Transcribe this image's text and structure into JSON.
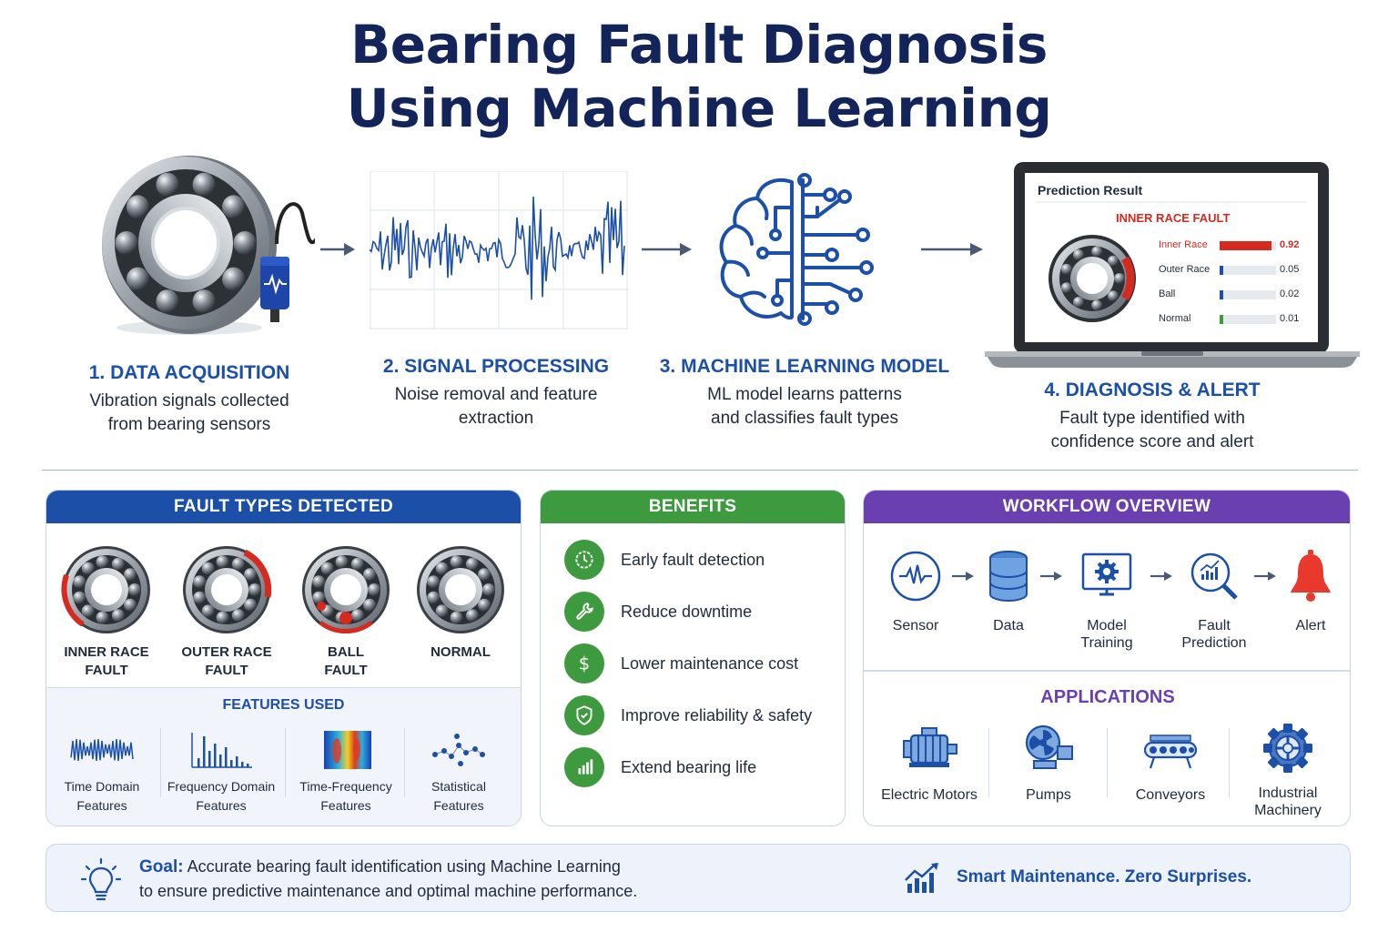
{
  "title_line1": "Bearing Fault Diagnosis",
  "title_line2": "Using Machine Learning",
  "steps": [
    {
      "heading": "1. DATA ACQUISITION",
      "desc_line1": "Vibration signals collected",
      "desc_line2": "from bearing sensors"
    },
    {
      "heading": "2. SIGNAL PROCESSING",
      "desc_line1": "Noise removal and feature",
      "desc_line2": "extraction"
    },
    {
      "heading": "3. MACHINE LEARNING MODEL",
      "desc_line1": "ML model learns patterns",
      "desc_line2": "and classifies fault types"
    },
    {
      "heading": "4. DIAGNOSIS & ALERT",
      "desc_line1": "Fault type identified with",
      "desc_line2": "confidence score and alert"
    }
  ],
  "prediction": {
    "title": "Prediction Result",
    "fault": "INNER RACE FAULT",
    "rows": [
      {
        "label": "Inner Race",
        "value": 0.92,
        "display": "0.92",
        "color": "#d42a20"
      },
      {
        "label": "Outer Race",
        "value": 0.05,
        "display": "0.05",
        "color": "#1b4fa8"
      },
      {
        "label": "Ball",
        "value": 0.02,
        "display": "0.02",
        "color": "#1b4fa8"
      },
      {
        "label": "Normal",
        "value": 0.01,
        "display": "0.01",
        "color": "#3d9a3f"
      }
    ]
  },
  "fault_types": {
    "heading": "FAULT TYPES DETECTED",
    "items": [
      {
        "line1": "INNER RACE",
        "line2": "FAULT"
      },
      {
        "line1": "OUTER RACE",
        "line2": "FAULT"
      },
      {
        "line1": "BALL",
        "line2": "FAULT"
      },
      {
        "line1": "NORMAL",
        "line2": ""
      }
    ]
  },
  "features": {
    "heading": "FEATURES USED",
    "items": [
      {
        "line1": "Time Domain",
        "line2": "Features"
      },
      {
        "line1": "Frequency Domain",
        "line2": "Features"
      },
      {
        "line1": "Time-Frequency",
        "line2": "Features"
      },
      {
        "line1": "Statistical",
        "line2": "Features"
      }
    ]
  },
  "benefits": {
    "heading": "BENEFITS",
    "items": [
      {
        "text": "Early fault detection",
        "icon": "clock-icon"
      },
      {
        "text": "Reduce downtime",
        "icon": "wrench-icon"
      },
      {
        "text": "Lower maintenance cost",
        "icon": "dollar-icon"
      },
      {
        "text": "Improve reliability & safety",
        "icon": "shield-icon"
      },
      {
        "text": "Extend bearing life",
        "icon": "bar-chart-icon"
      }
    ]
  },
  "workflow": {
    "heading": "WORKFLOW OVERVIEW",
    "items": [
      {
        "line1": "Sensor",
        "line2": ""
      },
      {
        "line1": "Data",
        "line2": ""
      },
      {
        "line1": "Model",
        "line2": "Training"
      },
      {
        "line1": "Fault",
        "line2": "Prediction"
      },
      {
        "line1": "Alert",
        "line2": ""
      }
    ]
  },
  "applications": {
    "heading": "APPLICATIONS",
    "items": [
      {
        "line1": "Electric Motors",
        "line2": ""
      },
      {
        "line1": "Pumps",
        "line2": ""
      },
      {
        "line1": "Conveyors",
        "line2": ""
      },
      {
        "line1": "Industrial",
        "line2": "Machinery"
      }
    ]
  },
  "goal": {
    "label": "Goal:",
    "line1": "Accurate bearing fault identification using Machine Learning",
    "line2": "to ensure predictive maintenance and optimal machine performance.",
    "tagline": "Smart Maintenance. Zero Surprises."
  },
  "colors": {
    "navy": "#13245a",
    "blue": "#1b4fa8",
    "green": "#3d9a3f",
    "purple": "#6a3fb0",
    "red": "#d42a20"
  }
}
